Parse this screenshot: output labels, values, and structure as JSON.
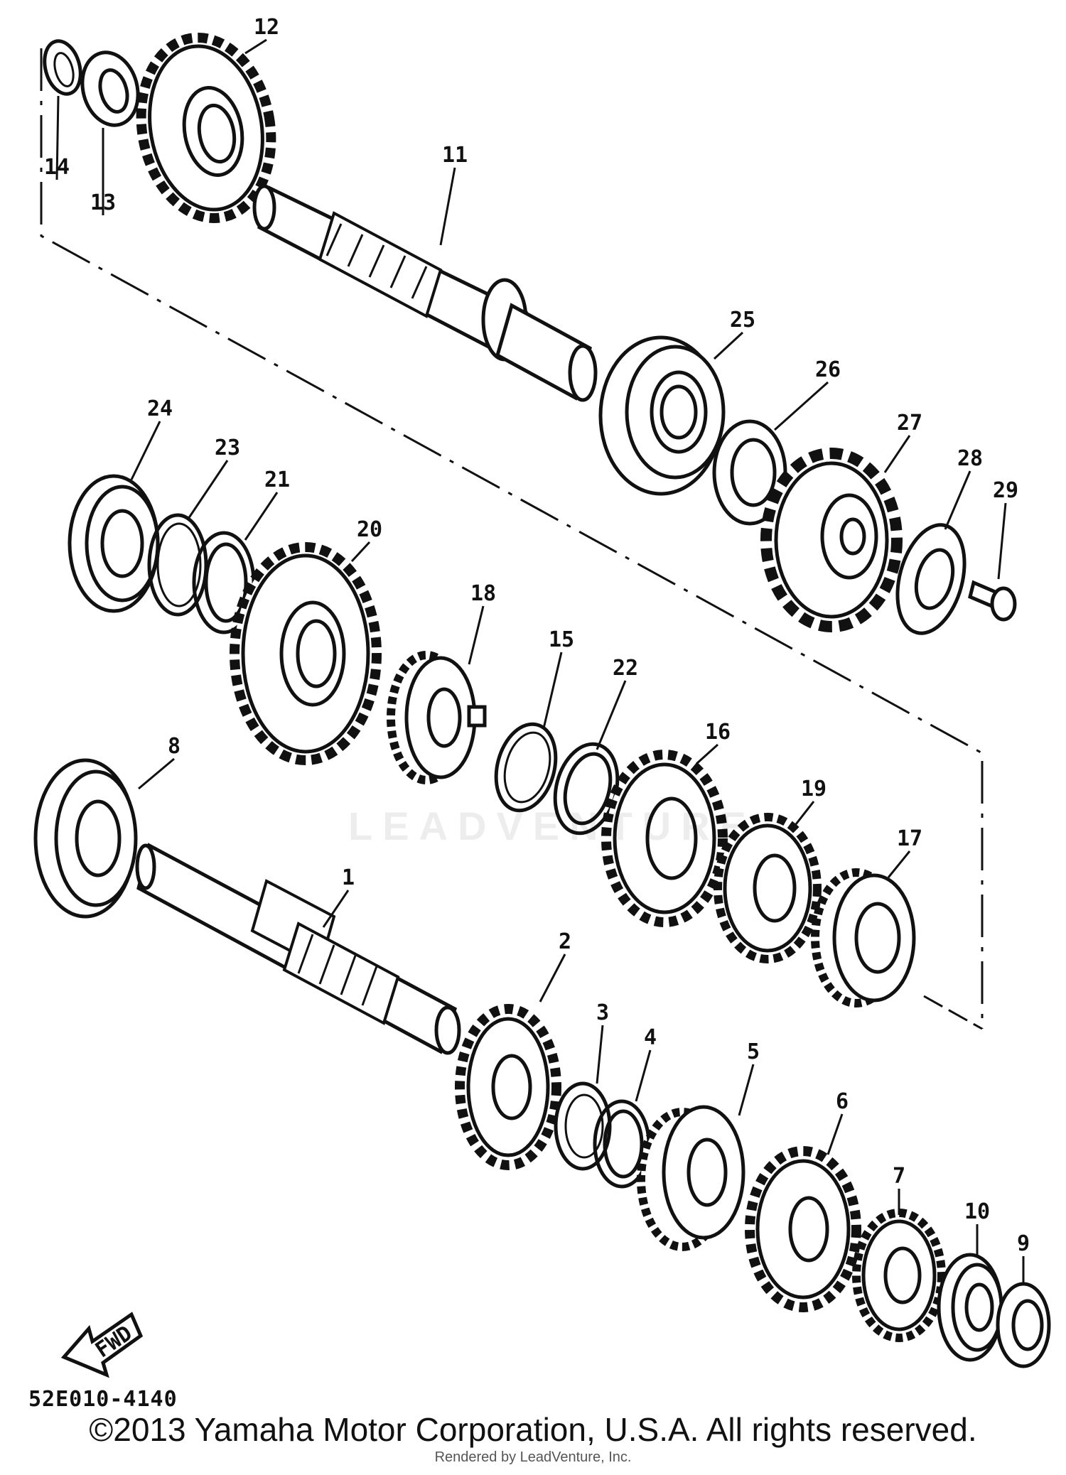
{
  "diagram": {
    "code": "52E010-4140",
    "copyright": "©2013 Yamaha Motor Corporation, U.S.A. All rights reserved.",
    "rendered_by": "Rendered by LeadVenture, Inc.",
    "watermark": "LEADVENTURE",
    "fwd_label": "FWD"
  },
  "parts": [
    {
      "id": "1",
      "label": "1",
      "kind": "shaft"
    },
    {
      "id": "2",
      "label": "2",
      "kind": "gear"
    },
    {
      "id": "3",
      "label": "3",
      "kind": "circlip"
    },
    {
      "id": "4",
      "label": "4",
      "kind": "washer"
    },
    {
      "id": "5",
      "label": "5",
      "kind": "gear"
    },
    {
      "id": "6",
      "label": "6",
      "kind": "gear"
    },
    {
      "id": "7",
      "label": "7",
      "kind": "gear"
    },
    {
      "id": "8",
      "label": "8",
      "kind": "bearing"
    },
    {
      "id": "9",
      "label": "9",
      "kind": "seal"
    },
    {
      "id": "10",
      "label": "10",
      "kind": "bearing"
    },
    {
      "id": "11",
      "label": "11",
      "kind": "shaft"
    },
    {
      "id": "12",
      "label": "12",
      "kind": "gear"
    },
    {
      "id": "13",
      "label": "13",
      "kind": "washer"
    },
    {
      "id": "14",
      "label": "14",
      "kind": "circlip"
    },
    {
      "id": "15",
      "label": "15",
      "kind": "circlip"
    },
    {
      "id": "16",
      "label": "16",
      "kind": "gear"
    },
    {
      "id": "17",
      "label": "17",
      "kind": "gear"
    },
    {
      "id": "18",
      "label": "18",
      "kind": "gear"
    },
    {
      "id": "19",
      "label": "19",
      "kind": "gear"
    },
    {
      "id": "20",
      "label": "20",
      "kind": "gear"
    },
    {
      "id": "21",
      "label": "21",
      "kind": "washer"
    },
    {
      "id": "22",
      "label": "22",
      "kind": "washer"
    },
    {
      "id": "23",
      "label": "23",
      "kind": "circlip"
    },
    {
      "id": "24",
      "label": "24",
      "kind": "bearing"
    },
    {
      "id": "25",
      "label": "25",
      "kind": "bearing"
    },
    {
      "id": "26",
      "label": "26",
      "kind": "seal"
    },
    {
      "id": "27",
      "label": "27",
      "kind": "sprocket"
    },
    {
      "id": "28",
      "label": "28",
      "kind": "lock-washer"
    },
    {
      "id": "29",
      "label": "29",
      "kind": "bolt"
    }
  ]
}
